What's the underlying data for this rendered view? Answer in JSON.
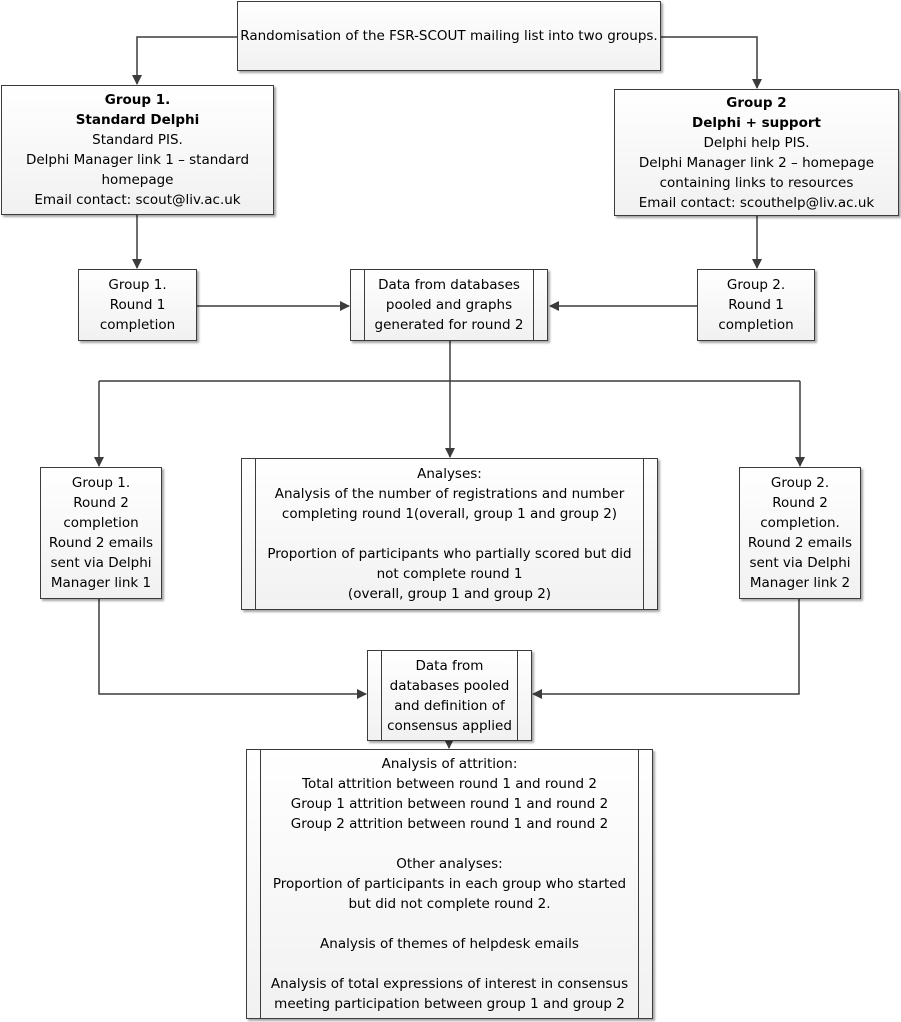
{
  "nodes": {
    "randomisation": "Randomisation of the FSR-SCOUT mailing list into two groups.",
    "group1_header": {
      "title": "Group 1.",
      "subtitle": "Standard Delphi",
      "lines": [
        "Standard PIS.",
        "Delphi Manager link 1 – standard",
        "homepage",
        "Email contact: scout@liv.ac.uk"
      ]
    },
    "group2_header": {
      "title": "Group 2",
      "subtitle": "Delphi + support",
      "lines": [
        "Delphi help PIS.",
        "Delphi Manager link 2 – homepage",
        "containing links to resources",
        "Email contact: scouthelp@liv.ac.uk"
      ]
    },
    "group1_round1": [
      "Group 1.",
      "Round 1",
      "completion"
    ],
    "group2_round1": [
      "Group 2.",
      "Round 1",
      "completion"
    ],
    "pooled_round2": [
      "Data from databases",
      "pooled  and graphs",
      "generated for round 2"
    ],
    "group1_round2": [
      "Group 1.",
      "Round 2",
      "completion",
      "Round 2 emails",
      "sent via Delphi",
      "Manager link 1"
    ],
    "group2_round2": [
      "Group 2.",
      "Round 2",
      "completion.",
      "Round 2 emails",
      "sent via Delphi",
      "Manager link 2"
    ],
    "analyses": {
      "p1": [
        "Analyses:",
        "Analysis of the number of registrations and number",
        "completing round 1(overall, group 1 and group 2)"
      ],
      "p2": [
        "Proportion of participants who partially scored but did",
        "not complete round 1",
        "(overall, group 1 and group 2)"
      ]
    },
    "pooled_consensus": [
      "Data from",
      "databases pooled",
      "and definition of",
      "consensus applied"
    ],
    "attrition": {
      "p1": [
        "Analysis of attrition:",
        "Total attrition between round 1 and round 2",
        "Group 1 attrition between round 1 and round 2",
        "Group 2 attrition between round 1 and round 2"
      ],
      "p2": [
        "Other analyses:",
        "Proportion of participants in each group who started",
        "but did not complete round 2."
      ],
      "p3": [
        "Analysis of themes of helpdesk emails"
      ],
      "p4": [
        "Analysis of total expressions of interest in consensus",
        "meeting  participation between group 1 and group 2"
      ]
    }
  },
  "colors": {
    "line": "#3c3c3c",
    "box_border": "#3c3c3c"
  }
}
